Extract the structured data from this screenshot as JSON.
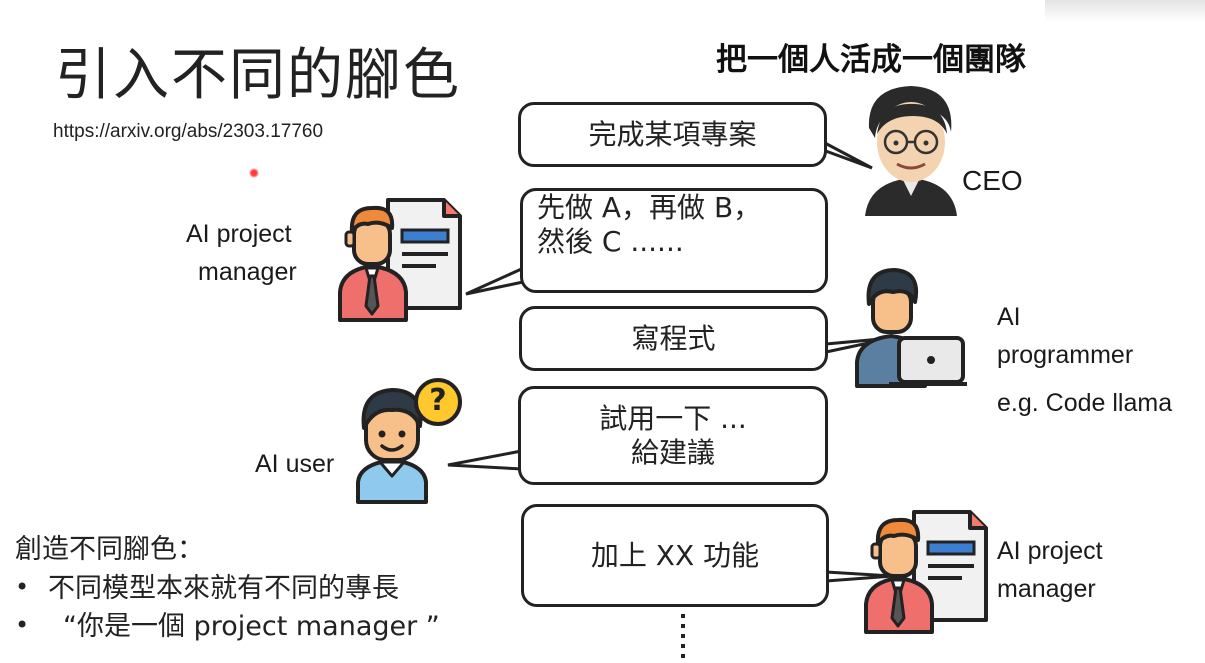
{
  "slide": {
    "title": "引入不同的腳色",
    "url": "https://arxiv.org/abs/2303.17760",
    "subtitle": "把一個人活成一個團隊"
  },
  "bubbles": [
    {
      "line1": "完成某項專案",
      "line2": ""
    },
    {
      "line1": "先做 A，再做 B，",
      "line2": "然後 C ......"
    },
    {
      "line1": "寫程式",
      "line2": ""
    },
    {
      "line1": "試用一下 ...",
      "line2": "給建議"
    },
    {
      "line1": "加上 XX 功能",
      "line2": ""
    }
  ],
  "roles": {
    "ceo": "CEO",
    "pm_top_line1": "AI project",
    "pm_top_line2": "manager",
    "programmer_line1": "AI",
    "programmer_line2": "programmer",
    "programmer_line3": "e.g. Code llama",
    "user": "AI user",
    "pm_bottom_line1": "AI project",
    "pm_bottom_line2": "manager"
  },
  "notes": {
    "heading": "創造不同腳色：",
    "bullet_symbol": "•",
    "items": [
      "不同模型本來就有不同的專長",
      "“你是一個 project manager ”"
    ]
  },
  "icon_glyphs": {
    "question": "?"
  },
  "colors": {
    "skin": "#f7c08a",
    "hair": "#2e3a46",
    "pm_hair": "#f08a3a",
    "pm_shirt": "#ef6f6c",
    "user_shirt": "#8fc9ee",
    "question_badge": "#ffc82c",
    "doc_blue": "#3c7fd0"
  }
}
